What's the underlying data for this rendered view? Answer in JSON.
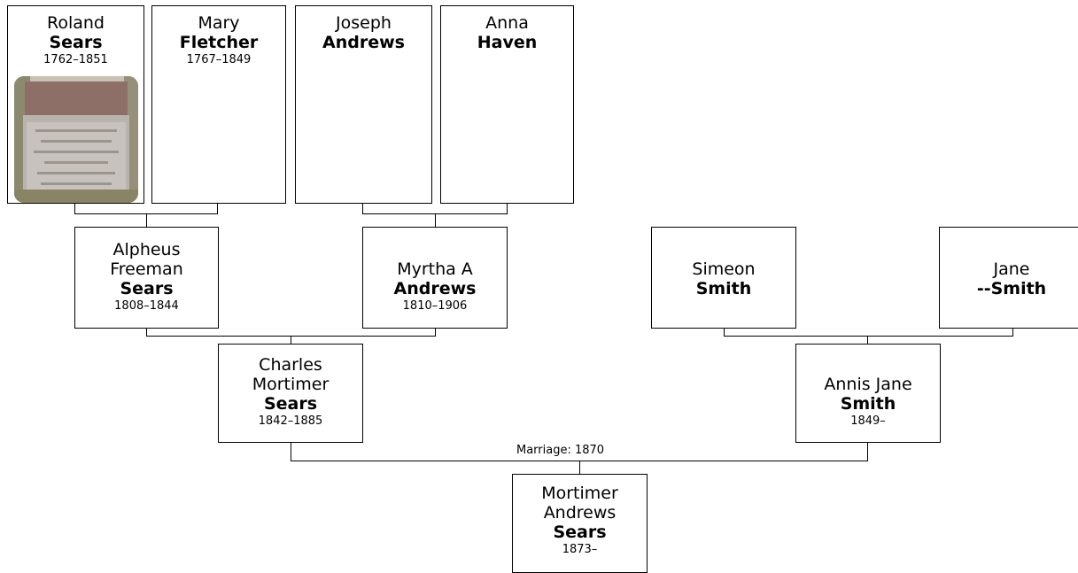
{
  "colors": {
    "line": "#000000",
    "box_border": "#000000",
    "background": "#ffffff"
  },
  "people": {
    "roland": {
      "given": "Roland",
      "surname": "Sears",
      "dates": "1762–1851"
    },
    "mary": {
      "given": "Mary",
      "surname": "Fletcher",
      "dates": "1767–1849"
    },
    "joseph": {
      "given": "Joseph",
      "surname": "Andrews"
    },
    "anna": {
      "given": "Anna",
      "surname": "Haven"
    },
    "alpheus": {
      "given_1": "Alpheus",
      "given_2": "Freeman",
      "surname": "Sears",
      "dates": "1808–1844"
    },
    "myrtha": {
      "given": "Myrtha A",
      "surname": "Andrews",
      "dates": "1810–1906"
    },
    "simeon": {
      "given": "Simeon",
      "surname": "Smith"
    },
    "jane": {
      "given": "Jane",
      "surname": "--Smith"
    },
    "charles": {
      "given_1": "Charles",
      "given_2": "Mortimer",
      "surname": "Sears",
      "dates": "1842–1885"
    },
    "annis": {
      "given": "Annis Jane",
      "surname": "Smith",
      "dates": "1849–"
    },
    "mortimer": {
      "given_1": "Mortimer",
      "given_2": "Andrews",
      "surname": "Sears",
      "dates": "1873–"
    }
  },
  "marriage_label": "Marriage: 1870",
  "photo_icon": "gravestone-photo"
}
